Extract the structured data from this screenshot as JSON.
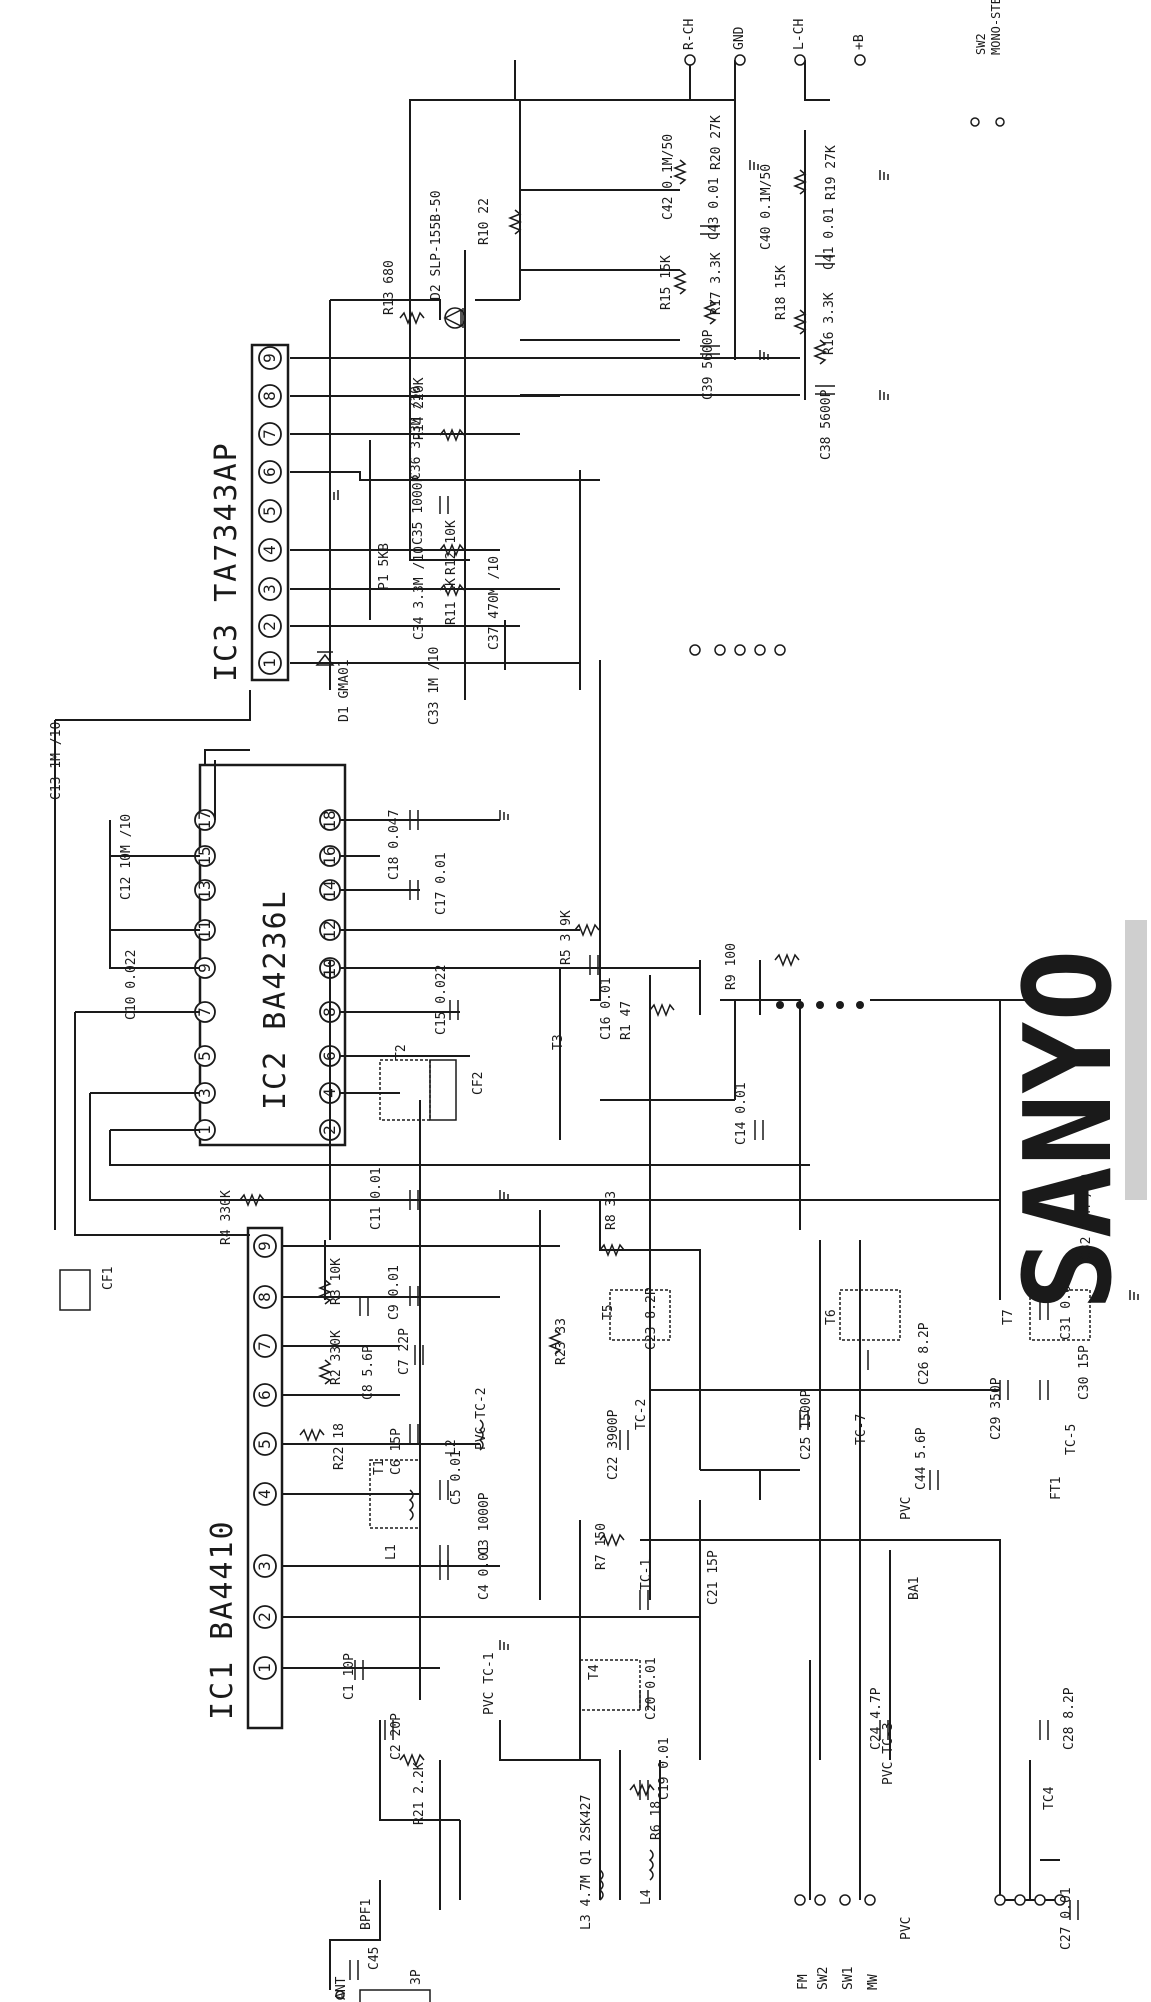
{
  "ic1": {
    "title": "IC1 BA4410",
    "pins": [
      "1",
      "2",
      "3",
      "4",
      "5",
      "6",
      "7",
      "8",
      "9"
    ]
  },
  "ic2": {
    "title": "IC2 BA4236L",
    "pins_bottom": [
      "1",
      "3",
      "5",
      "7",
      "9",
      "11",
      "13",
      "15",
      "17"
    ],
    "pins_top": [
      "2",
      "4",
      "6",
      "8",
      "10",
      "12",
      "14",
      "16",
      "18"
    ]
  },
  "ic3": {
    "title": "IC3 TA7343AP",
    "pins": [
      "1",
      "2",
      "3",
      "4",
      "5",
      "6",
      "7",
      "8",
      "9"
    ]
  },
  "terminals": [
    "R-CH",
    "GND",
    "L-CH",
    "+B",
    "FM",
    "SW2",
    "SW1",
    "MW",
    "ANT",
    "SW2",
    "MONO-STEREO"
  ],
  "components": {
    "r10": "R10 22",
    "r13": "R13 680",
    "d2": "D2 SLP-155B-50",
    "c42": "C42 0.1M/50",
    "r20": "R20 27K",
    "c43": "C43 0.01",
    "r19": "R19 27K",
    "c40": "C40 0.1M/50",
    "c41": "C41 0.01",
    "r15": "R15 15K",
    "r17": "R17 3.3K",
    "r18": "R18 15K",
    "r16": "R16 3.3K",
    "c39": "C39 5600P",
    "c38": "C38 5600P",
    "r14": "R14 220K",
    "c36": "C36 3.3M /10",
    "c35": "C35 1000P",
    "p1": "P1 5KB",
    "r12": "R12 10K",
    "c34": "C34 3.3M /10",
    "r11": "R11 1K",
    "c37": "C37 470M /10",
    "d1": "D1 GMA01",
    "c33": "C33 1M /10",
    "c13": "C13 1M /10",
    "c12": "C12 10M /10",
    "c18": "C18 0.047",
    "c17": "C17 0.01",
    "r5": "R5 3.9K",
    "c10": "C10 0.022",
    "c15": "C15 0.022",
    "c16": "C16 0.01",
    "t3": "T3",
    "r9": "R9 100",
    "t2": "T2",
    "cf2": "CF2",
    "r1": "R1 47",
    "c14": "C14 0.01",
    "c11": "C11 0.01",
    "r4": "R4 330K",
    "r3": "R3 10K",
    "c9": "C9 0.01",
    "r2": "R2 330K",
    "c8": "C8 5.6P",
    "c7": "C7 22P",
    "cf1": "CF1",
    "r8": "R8 33",
    "t5": "T5",
    "c23": "C23 8.2P",
    "t6": "T6",
    "c26": "C26 8.2P",
    "t7": "T7",
    "c32": "C32 47M /10",
    "c31": "C31 0.01",
    "r23": "R23 33",
    "r22": "R22 18",
    "c6": "C6 15P",
    "l2": "L2",
    "tc2a": "PVC TC-2",
    "c22": "C22 3900P",
    "tc2": "TC-2",
    "c25": "C25 1500P",
    "tc7": "TC-7",
    "c30": "C30 15P",
    "c29": "C29 350P",
    "tc5": "TC-5",
    "c44": "C44 5.6P",
    "ft1": "FT1",
    "pvc": "PVC",
    "t1": "T1",
    "c5": "C5 0.01",
    "c3": "C3 1000P",
    "c4": "C4 0.01",
    "l1": "L1",
    "r7": "R7 150",
    "tc1": "TC-1",
    "c21": "C21 15P",
    "ba1": "BA1",
    "t4": "T4",
    "c20": "C20 0.01",
    "c24": "C24 4.7P",
    "c28": "C28 8.2P",
    "tc1a": "PVC TC-1",
    "c1": "C1 10P",
    "c2": "C2 20P",
    "r21": "R21 2.2K",
    "c19": "C19 0.01",
    "r6": "R6 18",
    "q1": "Q1 2SK427",
    "l4": "L4",
    "l3": "L3 4.7M",
    "tc3": "PVC TC-3",
    "tc4": "TC4",
    "c27": "C27 0.01",
    "pvc2": "PVC",
    "bpf1": "BPF1",
    "c45": "C45",
    "c45v": "3P"
  },
  "brand": "SANYO",
  "colors": {
    "ink": "#1a1a1a",
    "paper": "#ffffff",
    "brand": "#9a9a9a"
  }
}
